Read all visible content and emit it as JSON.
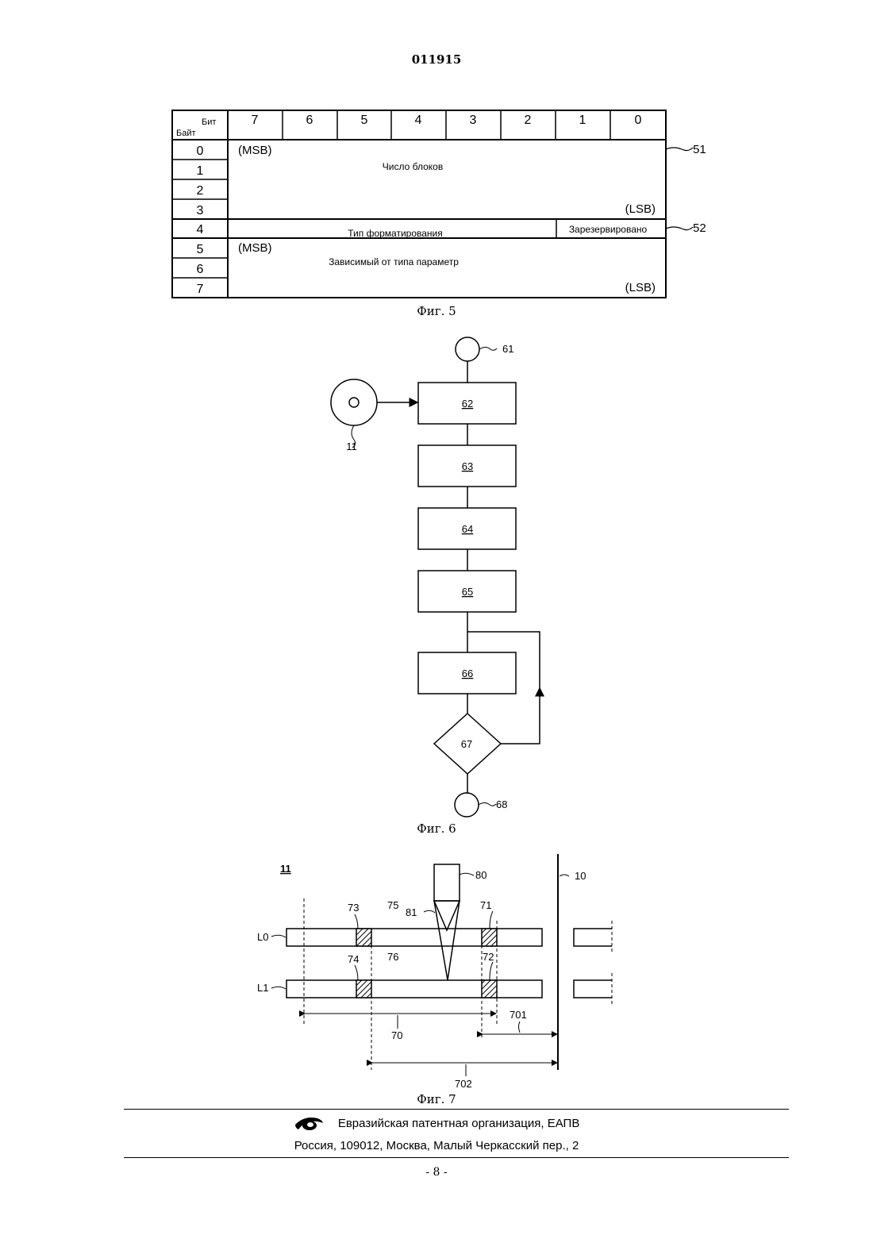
{
  "header": {
    "doc_number": "011915"
  },
  "fig5": {
    "caption": "Фиг. 5",
    "corner_bit": "Бит",
    "corner_byte": "Байт",
    "bits": [
      "7",
      "6",
      "5",
      "4",
      "3",
      "2",
      "1",
      "0"
    ],
    "bytes": [
      "0",
      "1",
      "2",
      "3",
      "4",
      "5",
      "6",
      "7"
    ],
    "field1_msb": "(MSB)",
    "field1_name": "Число блоков",
    "field1_lsb": "(LSB)",
    "field2_name": "Тип форматирования",
    "field2_reserved": "Зарезервировано",
    "field3_msb": "(MSB)",
    "field3_name": "Зависимый от типа параметр",
    "field3_lsb": "(LSB)",
    "ref_51": "51",
    "ref_52": "52"
  },
  "fig6": {
    "caption": "Фиг. 6",
    "start": "61",
    "disc": "11",
    "blocks": [
      "62",
      "63",
      "64",
      "65",
      "66"
    ],
    "decision": "67",
    "end": "68"
  },
  "fig7": {
    "caption": "Фиг. 7",
    "disc_ref": "11",
    "head": "80",
    "beam": "81",
    "edge": "10",
    "layer0": "L0",
    "layer1": "L1",
    "r73": "73",
    "r75": "75",
    "r71": "71",
    "r74": "74",
    "r76": "76",
    "r72": "72",
    "r70": "70",
    "r701": "701",
    "r702": "702"
  },
  "footer": {
    "org": "Евразийская патентная организация, ЕАПВ",
    "address": "Россия, 109012, Москва, Малый Черкасский пер., 2",
    "page": "- 8 -"
  }
}
